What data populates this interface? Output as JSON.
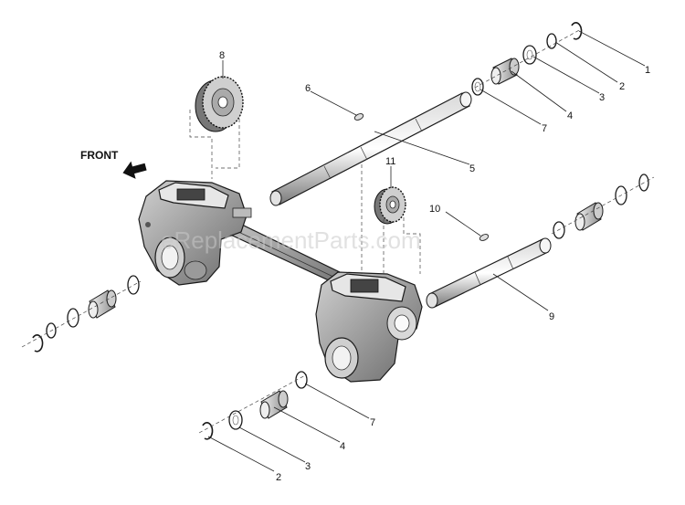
{
  "front_label": "FRONT",
  "watermark": "eReplacementParts.com",
  "callouts": [
    "1",
    "2",
    "3",
    "4",
    "5",
    "6",
    "7",
    "8",
    "9",
    "10",
    "11",
    "7",
    "4",
    "3",
    "2"
  ]
}
